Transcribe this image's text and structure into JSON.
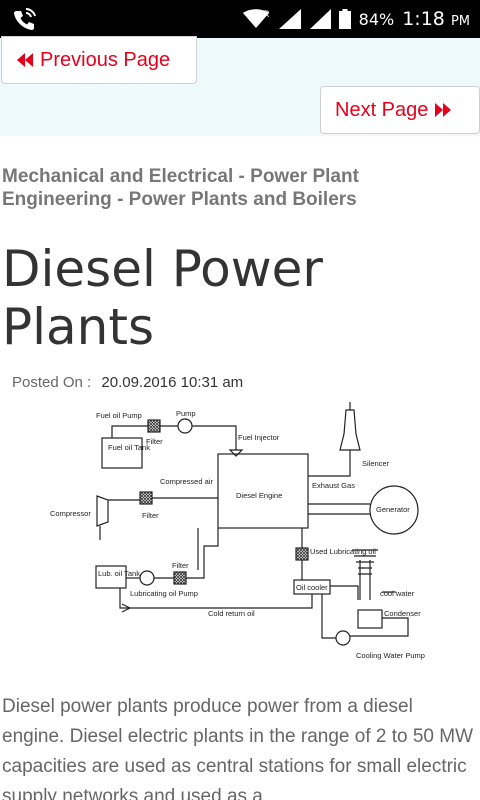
{
  "status_bar": {
    "battery": "84%",
    "time": "1:18",
    "ampm": "PM",
    "roaming": "R"
  },
  "nav": {
    "previous_label": "Previous Page",
    "next_label": "Next Page"
  },
  "breadcrumb": "Mechanical and Electrical - Power Plant Engineering - Power Plants and Boilers",
  "title": "Diesel Power Plants",
  "posted": {
    "label": "Posted On :",
    "date": "20.09.2016 10:31 am"
  },
  "diagram": {
    "labels": {
      "fuel_oil_pump": "Fuel oil Pump",
      "fuel_oil_tank": "Fuel oil Tank",
      "filter1": "Filter",
      "pump": "Pump",
      "fuel_injector": "Fuel Injector",
      "silencer": "Silencer",
      "compressed_air": "Compressed air",
      "compressor": "Compressor",
      "filter2": "Filter",
      "diesel_engine": "Diesel Engine",
      "exhaust_gas": "Exhaust Gas",
      "generator": "Generator",
      "lub_oil_tank": "Lub. oil Tank",
      "filter3": "Filter",
      "used_lub_oil": "Used Lubricating oil",
      "oil_cooler": "Oil cooler",
      "lub_oil_pump": "Lubricating oil Pump",
      "cold_return_oil": "Cold return oil",
      "cool_water": "cool water",
      "condenser": "Condenser",
      "cooling_water_pump": "Cooling Water Pump"
    }
  },
  "body": "Diesel power plants produce power from a diesel engine. Diesel electric plants in the range of 2 to 50 MW capacities are used as central stations for small electric supply networks and used as a"
}
